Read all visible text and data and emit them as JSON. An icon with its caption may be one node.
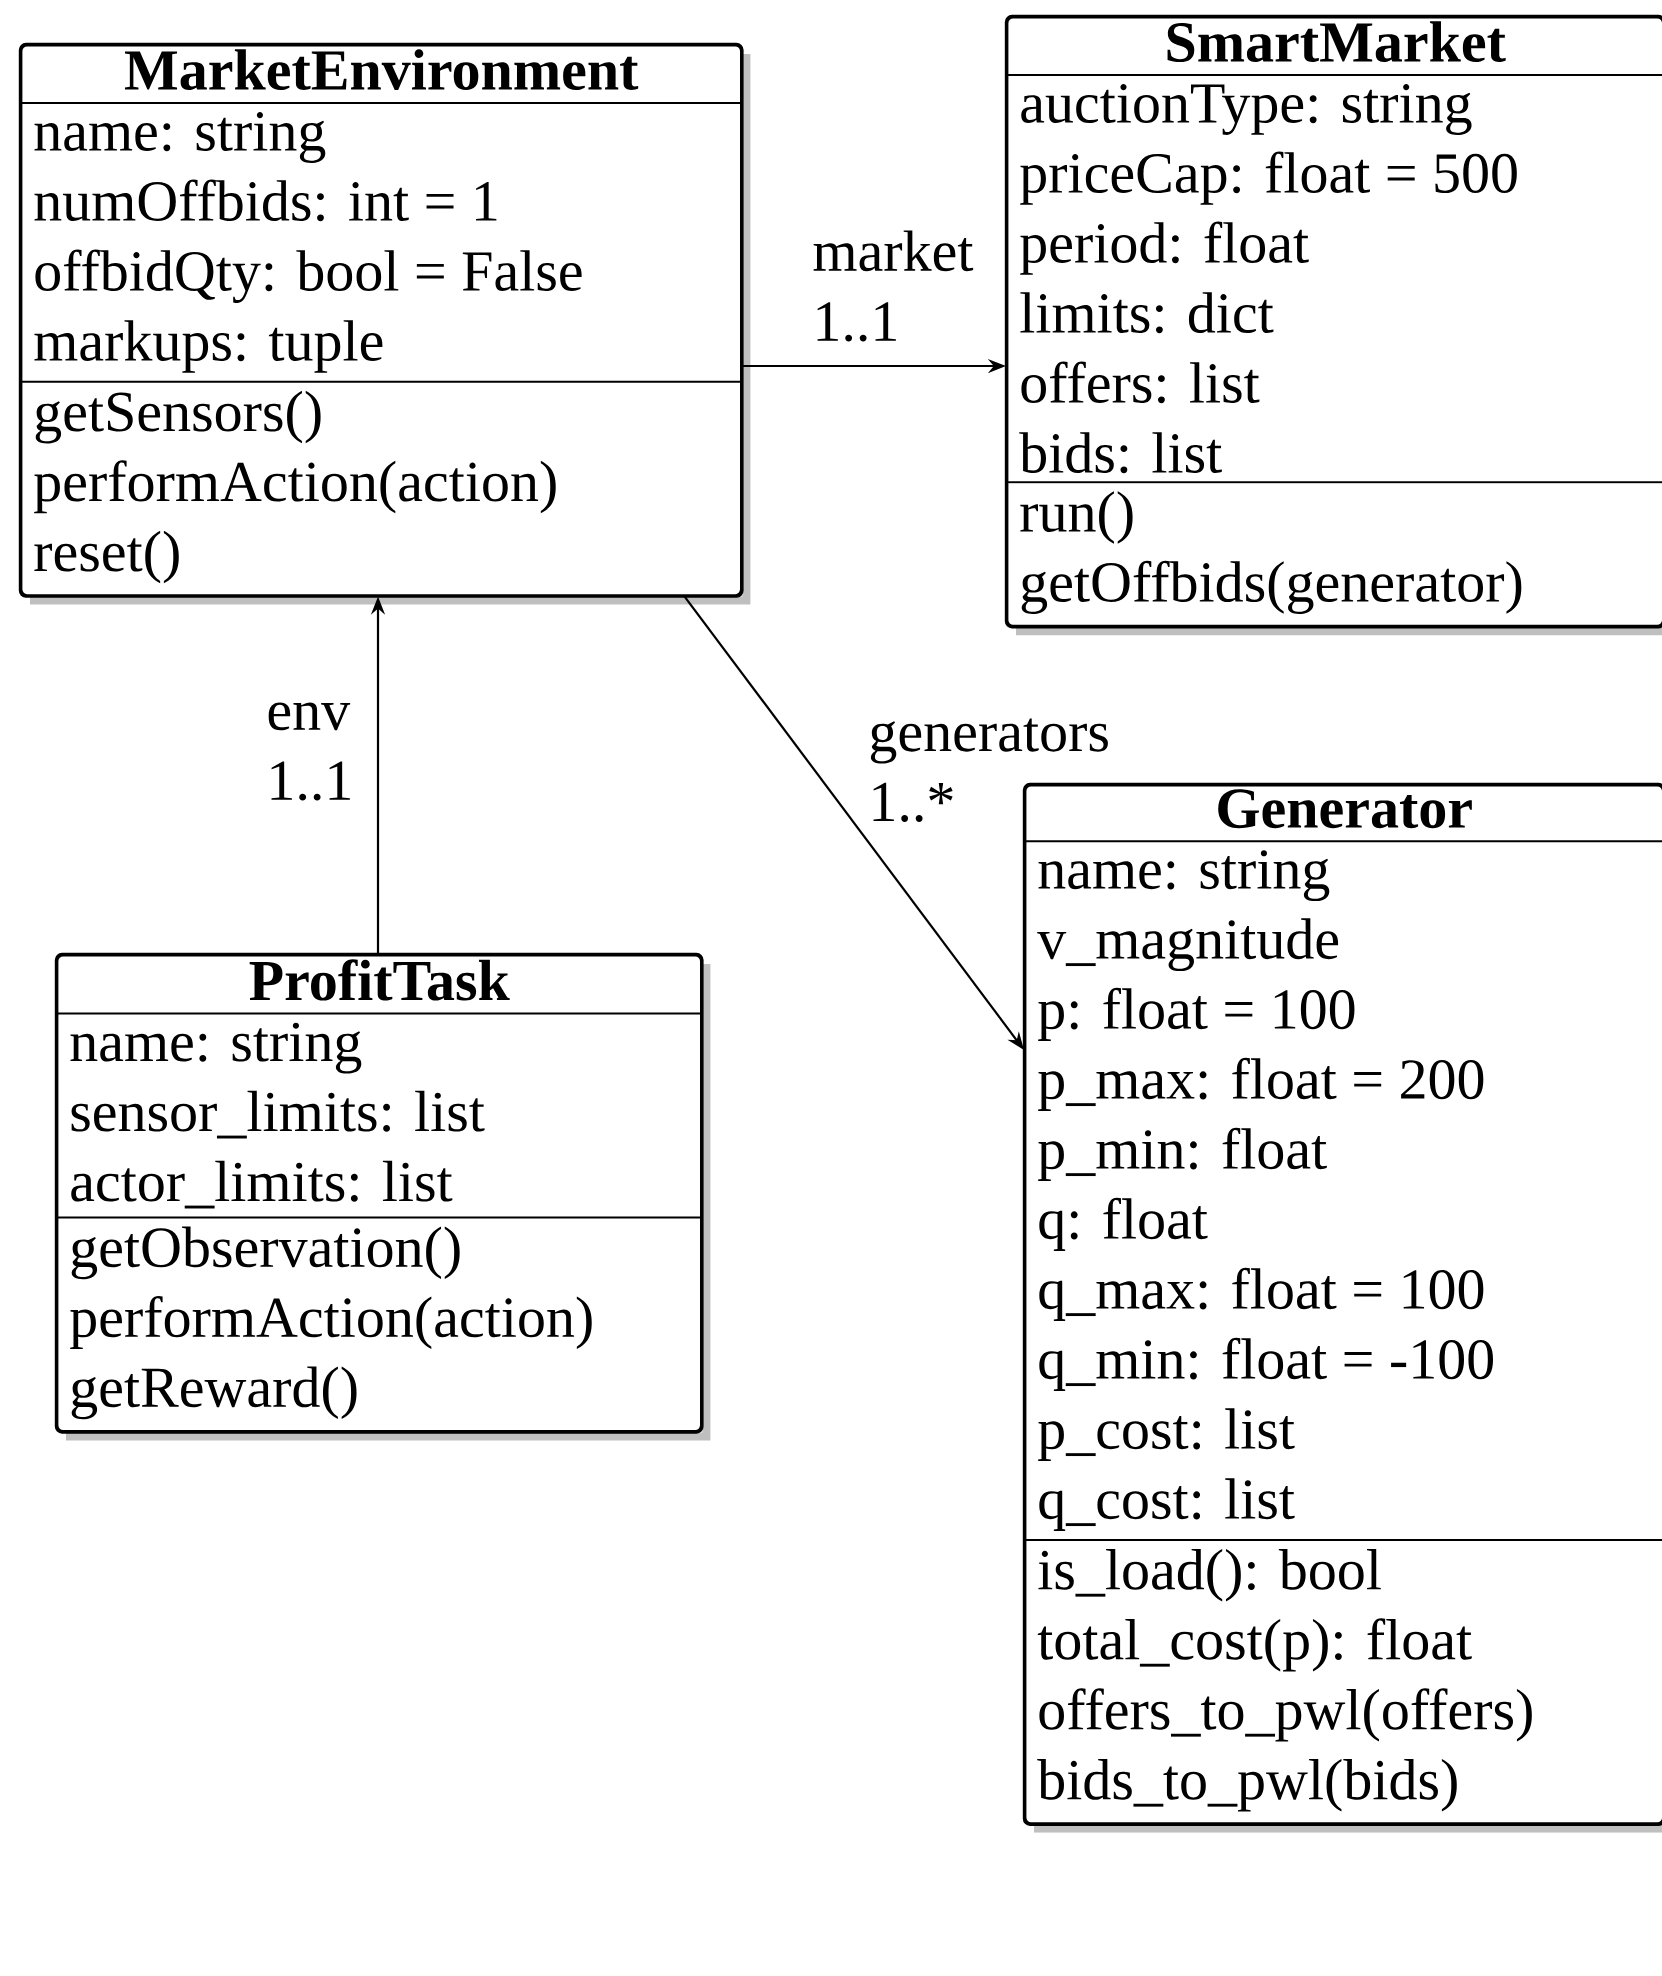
{
  "diagram": {
    "nodes": [
      {
        "text": [
          "MarketEnvironment",
          "name: string",
          "numOffbids: int = 1",
          "offbidQty: bool = False",
          "markups: tuple",
          "getSensors()",
          "performAction(action)",
          "reset()"
        ]
      },
      {
        "text": [
          "SmartMarket",
          "auctionType: string",
          "priceCap: float = 500",
          "period: float",
          "limits: dict",
          "offers: list",
          "bids: list",
          "run()",
          "getOffbids(generator)"
        ]
      },
      {
        "text": [
          "ProfitTask",
          "name: string",
          "sensor_limits: list",
          "actor_limits: list",
          "getObservation()",
          "performAction(action)",
          "getReward()"
        ]
      },
      {
        "text": [
          "Generator",
          "name: string",
          "v_magnitude",
          "p: float = 100",
          "p_max: float = 200",
          "p_min: float",
          "q: float",
          "q_max: float = 100",
          "q_min: float = -100",
          "p_cost: list",
          "q_cost: list",
          "is_load(): bool",
          "total_cost(p): float",
          "offers_to_pwl(offers)",
          "bids_to_pwl(bids)"
        ]
      }
    ],
    "edges": [
      {
        "from": 0,
        "to": 1,
        "arrow": "to",
        "label": "market 1..1"
      },
      {
        "from": 0,
        "to": 3,
        "arrow": "to",
        "label": "generators 1..*"
      },
      {
        "from": 2,
        "to": 0,
        "arrow": "to",
        "label": "env 1..1"
      }
    ]
  }
}
